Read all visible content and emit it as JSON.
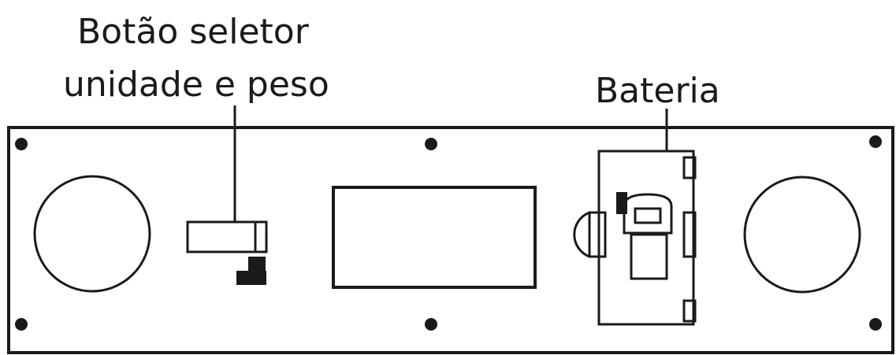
{
  "labels": {
    "selector_line1": "Botão seletor",
    "selector_line2": "unidade e peso",
    "battery": "Bateria"
  },
  "colors": {
    "ink": "#1a1a1a",
    "background": "#ffffff"
  }
}
